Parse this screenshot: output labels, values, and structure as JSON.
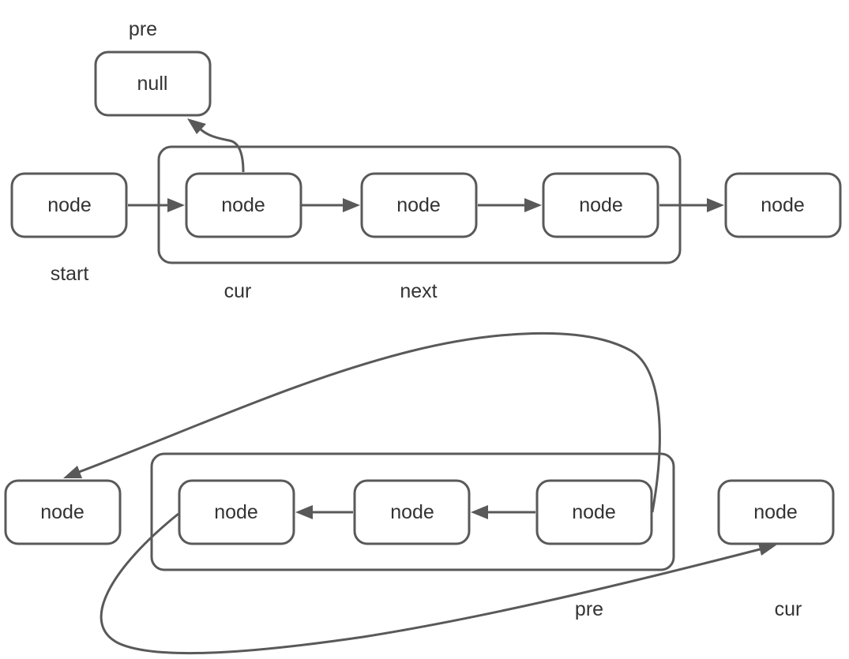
{
  "top": {
    "null_box": "null",
    "nodes": [
      "node",
      "node",
      "node",
      "node",
      "node"
    ],
    "labels": {
      "pre": "pre",
      "start": "start",
      "cur": "cur",
      "next": "next"
    }
  },
  "bottom": {
    "nodes": [
      "node",
      "node",
      "node",
      "node",
      "node"
    ],
    "labels": {
      "pre": "pre",
      "cur": "cur"
    }
  },
  "colors": {
    "stroke": "#595959",
    "text": "#333333",
    "background": "#ffffff"
  }
}
